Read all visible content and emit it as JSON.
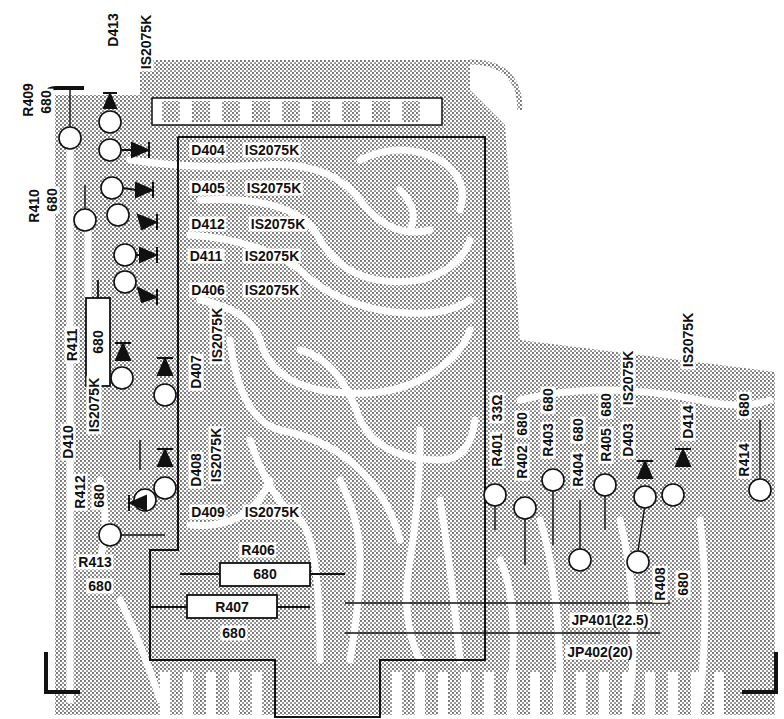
{
  "diagram": {
    "labels": [
      "D413",
      "IS2075K",
      "R409",
      "680",
      "D404",
      "IS2075K",
      "R410",
      "680",
      "D405",
      "IS2075K",
      "D412",
      "IS2075K",
      "D411",
      "IS2075K",
      "D406",
      "IS2075K",
      "R411",
      "680",
      "D407",
      "IS2075K",
      "D410",
      "IS2075K",
      "R412",
      "680",
      "D408",
      "IS2075K",
      "D409",
      "IS2075K",
      "R413",
      "680",
      "R406",
      "680",
      "R407",
      "680",
      "R401",
      "33Ω",
      "R402",
      "680",
      "R403",
      "680",
      "R404",
      "680",
      "R405",
      "680",
      "D403",
      "IS2075K",
      "D414",
      "IS2075K",
      "R414",
      "680",
      "R408",
      "680",
      "JP401(22.5)",
      "JP402(20)"
    ]
  }
}
